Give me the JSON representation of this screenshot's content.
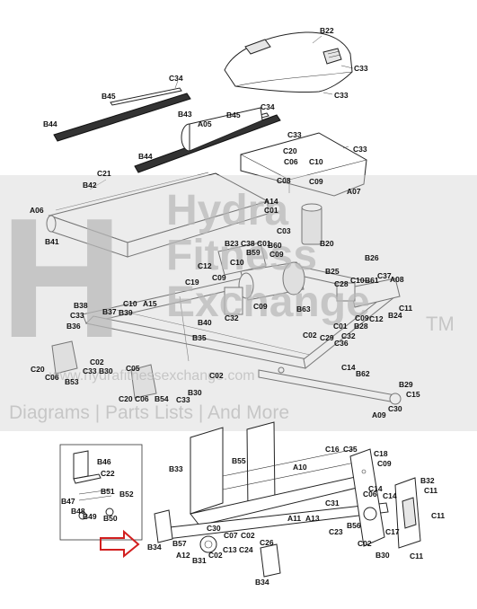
{
  "watermark": {
    "logo_letter": "H",
    "line1": "Hydra",
    "line2": "Fitness",
    "line3": "Exchange",
    "trademark": "TM",
    "url": "www.hydrafitnessexchange.com",
    "tagline": "Diagrams | Parts Lists | And More"
  },
  "labels": {
    "B22": "B22",
    "C33": "C33",
    "C34": "C34",
    "B45": "B45",
    "B44": "B44",
    "B43": "B43",
    "A05": "A05",
    "C20": "C20",
    "C06": "C06",
    "C10": "C10",
    "C21": "C21",
    "B42": "B42",
    "A06": "A06",
    "C08": "C08",
    "C09": "C09",
    "A07": "A07",
    "A14": "A14",
    "C01": "C01",
    "B41": "B41",
    "C03": "C03",
    "B20": "B20",
    "B23": "B23",
    "C38": "C38",
    "B59": "B59",
    "B60": "B60",
    "C12": "C12",
    "C19": "C19",
    "B26": "B26",
    "B25": "B25",
    "B61": "B61",
    "C37": "C37",
    "A08": "A08",
    "B38": "B38",
    "B37": "B37",
    "A15": "A15",
    "B39": "B39",
    "B40": "B40",
    "B36": "B36",
    "B63": "B63",
    "C28": "C28",
    "B28": "B28",
    "B24": "B24",
    "C11": "C11",
    "C32": "C32",
    "C29": "C29",
    "C36": "C36",
    "C02": "C02",
    "B35": "B35",
    "B30": "B30",
    "C05": "C05",
    "C14": "C14",
    "B62": "B62",
    "B53": "B53",
    "B54": "B54",
    "B29": "B29",
    "C15": "C15",
    "A09": "A09",
    "C30": "C30",
    "B46": "B46",
    "C22": "C22",
    "B51": "B51",
    "B52": "B52",
    "B47": "B47",
    "B48": "B48",
    "B49": "B49",
    "B50": "B50",
    "B33": "B33",
    "B55": "B55",
    "A10": "A10",
    "C16": "C16",
    "C35": "C35",
    "C18": "C18",
    "B32": "B32",
    "C31": "C31",
    "A11": "A11",
    "A13": "A13",
    "C23": "C23",
    "B56": "B56",
    "C17": "C17",
    "B34": "B34",
    "B57": "B57",
    "C07": "C07",
    "C26": "C26",
    "A12": "A12",
    "C13": "C13",
    "C24": "C24",
    "B31": "B31"
  },
  "callout": {
    "arrow_color": "#d21f1f",
    "label": "B34"
  },
  "colors": {
    "ink": "#222222",
    "watermark": "#bdbdbd",
    "highlight_arrow": "#d21f1f"
  }
}
